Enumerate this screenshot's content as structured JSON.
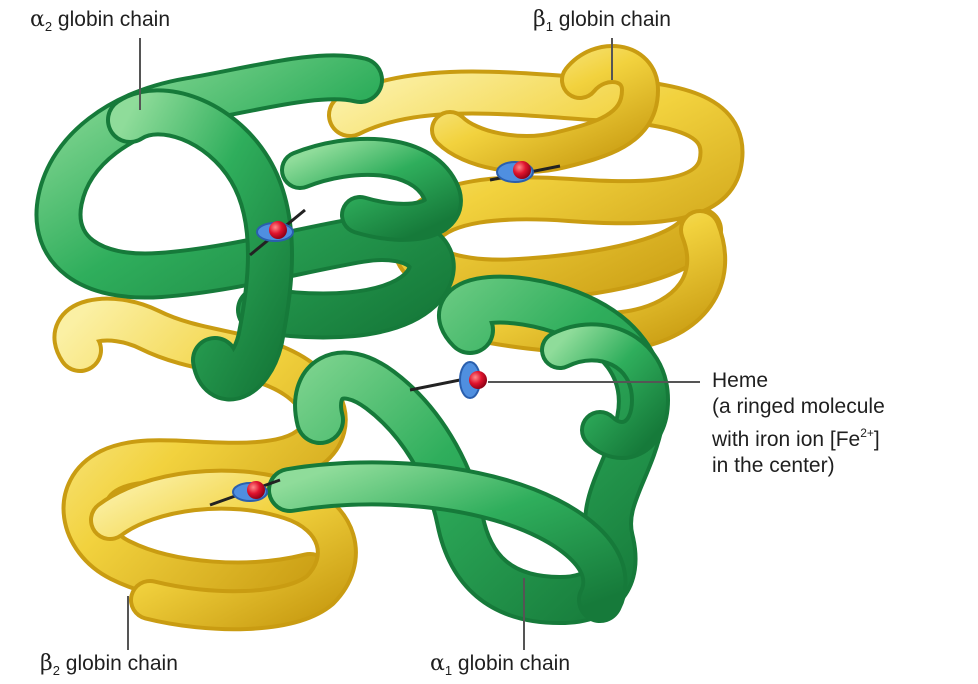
{
  "labels": {
    "alpha2": {
      "greek": "α",
      "sub": "2",
      "text": " globin chain"
    },
    "beta1": {
      "greek": "β",
      "sub": "1",
      "text": " globin chain"
    },
    "beta2": {
      "greek": "β",
      "sub": "2",
      "text": " globin chain"
    },
    "alpha1": {
      "greek": "α",
      "sub": "1",
      "text": " globin chain"
    },
    "heme": {
      "line1": "Heme",
      "line2": "(a ringed molecule",
      "line3a": "with iron ion [Fe",
      "line3sup": "2+",
      "line3b": "]",
      "line4": "in the center)"
    }
  },
  "colors": {
    "green_dark": "#1f8a45",
    "green_mid": "#2fae5c",
    "green_light": "#8fdc9a",
    "yellow_dark": "#d9b21d",
    "yellow_mid": "#f2d23e",
    "yellow_light": "#fbf0a4",
    "heme_ring": "#3b7fd6",
    "iron": "#d0102a",
    "leader_line": "#555555"
  }
}
